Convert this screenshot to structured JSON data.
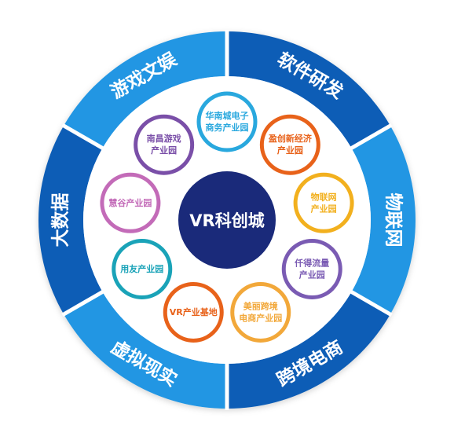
{
  "center": {
    "label": "VR科创城",
    "color": "#1a2a7a"
  },
  "segments": [
    {
      "label": "软件研发",
      "shade": "dark"
    },
    {
      "label": "物联网",
      "shade": "light"
    },
    {
      "label": "跨境电商",
      "shade": "dark"
    },
    {
      "label": "虚拟现实",
      "shade": "light"
    },
    {
      "label": "大数据",
      "shade": "dark"
    },
    {
      "label": "游戏文娱",
      "shade": "light"
    }
  ],
  "segment_colors": {
    "dark": "#0a5db6",
    "light": "#2196e3"
  },
  "parks": [
    {
      "lines": [
        "华南城电子",
        "商务产业园"
      ],
      "color": "#29a8de"
    },
    {
      "lines": [
        "盈创新经济",
        "产业园"
      ],
      "color": "#e8621a"
    },
    {
      "lines": [
        "物联网",
        "产业园"
      ],
      "color": "#f2b01e"
    },
    {
      "lines": [
        "仟得流量",
        "产业园"
      ],
      "color": "#7a5bb3"
    },
    {
      "lines": [
        "美丽跨境",
        "电商产业园"
      ],
      "color": "#f2a83a"
    },
    {
      "lines": [
        "VR产业基地"
      ],
      "color": "#e8621a"
    },
    {
      "lines": [
        "用友产业园"
      ],
      "color": "#1aa3b8"
    },
    {
      "lines": [
        "慧谷产业园"
      ],
      "color": "#c36bb8"
    },
    {
      "lines": [
        "南昌游戏",
        "产业园"
      ],
      "color": "#7a4fa8"
    }
  ]
}
